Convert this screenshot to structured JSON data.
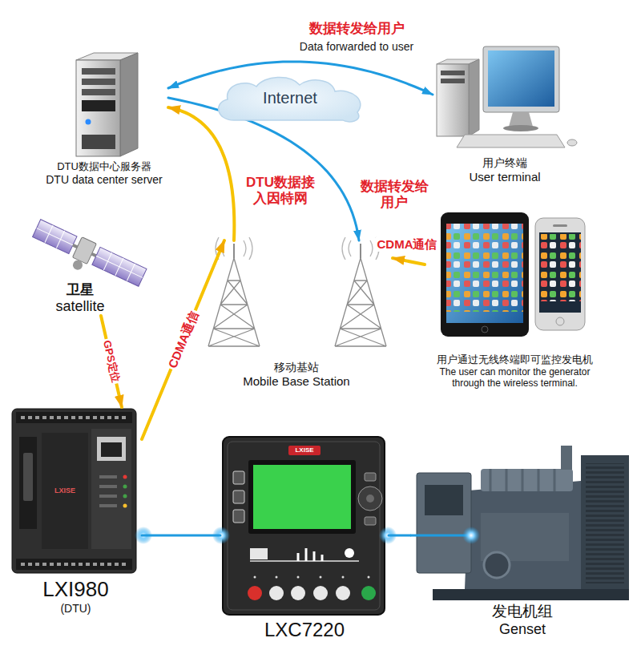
{
  "diagram": {
    "nodes": [
      {
        "text": [
          "DTU数据中心服务器",
          "DTU data center server"
        ]
      },
      {
        "text": [
          "Internet"
        ]
      },
      {
        "text": [
          "用户终端",
          "User terminal"
        ]
      },
      {
        "text": [
          "卫星",
          "satellite"
        ]
      },
      {
        "text": [
          "移动基站",
          "Mobile Base Station"
        ]
      },
      {
        "text": [
          "用户通过无线终端即可监控发电机",
          "The user can monitor the generator through the wireless terminal."
        ]
      },
      {
        "text": [
          "LXI980",
          "(DTU)"
        ]
      },
      {
        "text": [
          "LXC7220"
        ]
      },
      {
        "text": [
          "发电机组",
          "Genset"
        ]
      }
    ],
    "edges": [
      {
        "from": 0,
        "to": 2,
        "arrow": "both",
        "label": "数据转发给用户"
      },
      {
        "from": 4,
        "to": 0,
        "arrow": "to",
        "label": "DTU数据接 入因特网"
      },
      {
        "from": 0,
        "to": 4,
        "arrow": "to",
        "label": "数据转发给 用户"
      },
      {
        "from": 5,
        "to": 4,
        "arrow": "to",
        "label": "CDMA通信"
      },
      {
        "from": 6,
        "to": 4,
        "arrow": "to",
        "label": "CDMA通信"
      },
      {
        "from": 3,
        "to": 6,
        "arrow": "to",
        "label": "GPS定位"
      },
      {
        "from": 6,
        "to": 7,
        "arrow": "none"
      },
      {
        "from": 7,
        "to": 8,
        "arrow": "none"
      }
    ],
    "labels": [
      "Data forwarded to user",
      "LXISE",
      "LXISE"
    ]
  }
}
